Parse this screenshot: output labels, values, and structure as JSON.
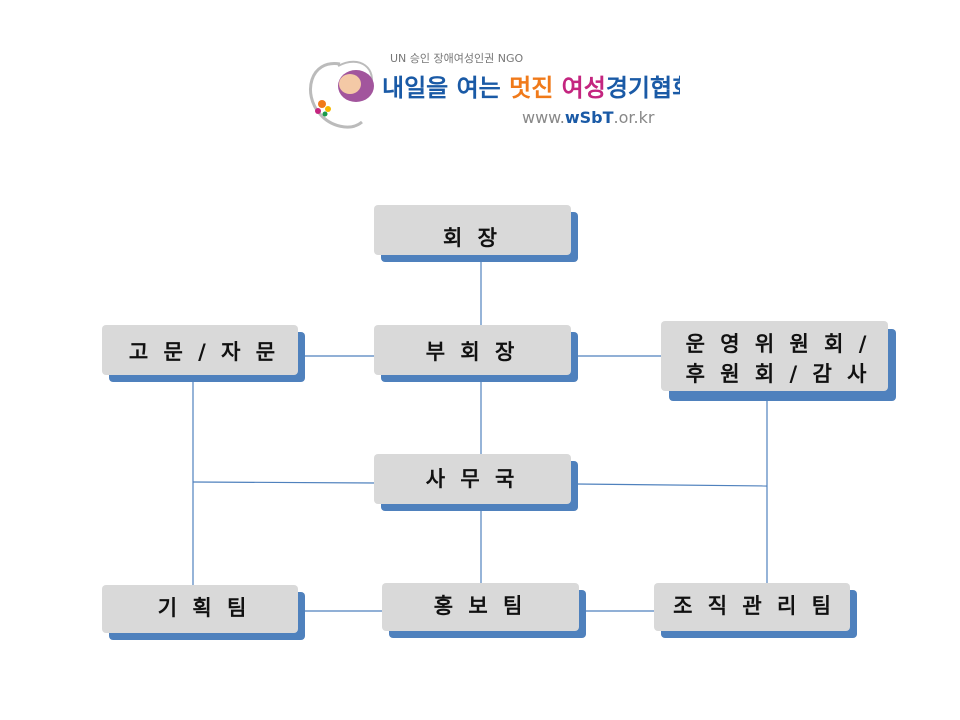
{
  "logo": {
    "tagline": "UN 승인 장애여성인권 NGO",
    "name_parts": [
      "내일을 여는 ",
      "멋진 ",
      "여성",
      "경기협회"
    ],
    "url_prefix": "www.",
    "url_mark": "wSbT",
    "url_suffix": ".or.kr",
    "colors": {
      "name": "#1a5aa6",
      "accent_magenta": "#c4257f",
      "accent_orange": "#f07a1a",
      "accent_yellow": "#f5b800",
      "url": "#888888",
      "figure": "#a2559d"
    }
  },
  "org_chart": {
    "president": "회 장",
    "vice_president": "부 회 장",
    "advisors": "고 문 / 자 문",
    "committee_line1": "운 영 위 원 회 /",
    "committee_line2": "후 원 회 / 감 사",
    "secretariat": "사 무 국",
    "planning_team": "기 획 팀",
    "pr_team": "홍 보 팀",
    "org_mgmt_team": "조 직 관 리 팀",
    "colors": {
      "box_fill": "#d9d9d9",
      "box_shadow": "#4f81bd",
      "connector": "#4f81bd",
      "text": "#111111"
    }
  }
}
